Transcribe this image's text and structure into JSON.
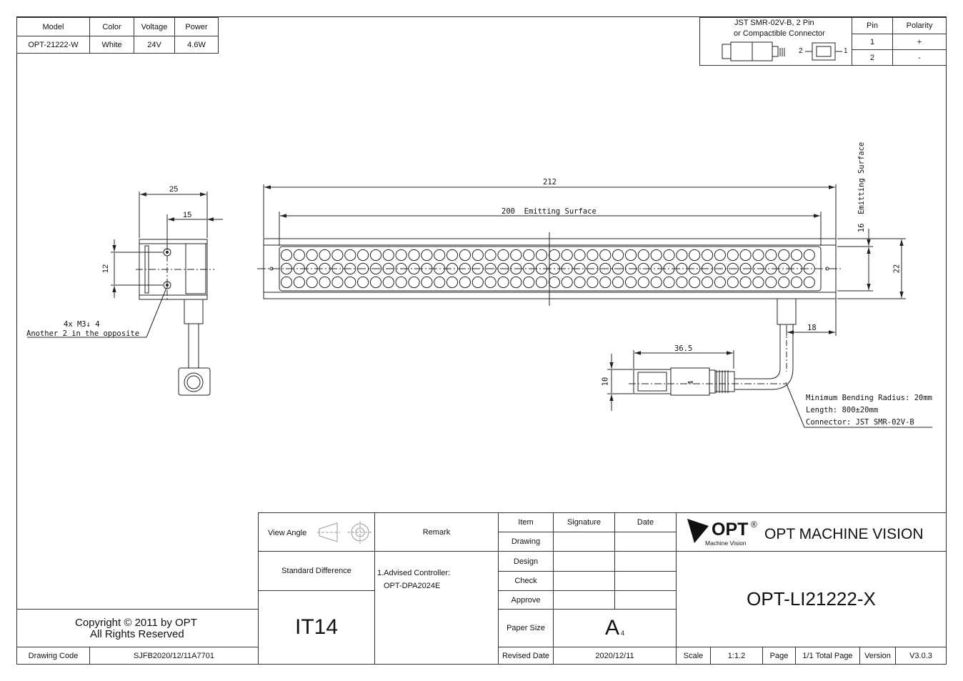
{
  "spec_table": {
    "headers": [
      "Model",
      "Color",
      "Voltage",
      "Power"
    ],
    "row": [
      "OPT-21222-W",
      "White",
      "24V",
      "4.6W"
    ]
  },
  "connector_table": {
    "title_line1": "JST SMR-02V-B, 2 Pin",
    "title_line2": "or Compactible Connector",
    "pin_label_2": "2",
    "pin_label_1": "1",
    "headers": [
      "Pin",
      "Polarity"
    ],
    "rows": [
      [
        "1",
        "+"
      ],
      [
        "2",
        "-"
      ]
    ]
  },
  "dimensions": {
    "side_width": "25",
    "side_hole_offset": "15",
    "side_hole_spacing": "12",
    "total_length": "212",
    "emitting_length": "200",
    "emitting_length_label": "Emitting Surface",
    "emitting_height": "16",
    "emitting_height_label": "Emitting Surface",
    "total_height": "22",
    "cable_offset": "18",
    "connector_length": "36.5",
    "connector_height": "10",
    "connector_marking": "1"
  },
  "notes": {
    "screw_line1": "4x M3↓ 4",
    "screw_line2": "Another 2 in the opposite",
    "cable_line1": "Minimum Bending Radius: 20mm",
    "cable_line2": "Length: 800±20mm",
    "cable_line3": "Connector: JST SMR-02V-B"
  },
  "title_block": {
    "copyright_line1": "Copyright © 2011 by OPT",
    "copyright_line2": "All Rights Reserved",
    "drawing_code_label": "Drawing Code",
    "drawing_code": "SJFB2020/12/11A7701",
    "view_angle_label": "View Angle",
    "remark_label": "Remark",
    "standard_difference_label": "Standard Difference",
    "tolerance": "IT14",
    "remark_line1": "1.Advised Controller:",
    "remark_line2": "OPT-DPA2024E",
    "item_label": "Item",
    "signature_label": "Signature",
    "date_label": "Date",
    "drawing_label": "Drawing",
    "design_label": "Design",
    "check_label": "Check",
    "approve_label": "Approve",
    "paper_size_label": "Paper Size",
    "paper_size_letter": "A",
    "paper_size_number": "4",
    "revised_date_label": "Revised Date",
    "revised_date": "2020/12/11",
    "logo_text": "OPT",
    "logo_registered": "®",
    "logo_subtext": "Machine Vision",
    "company_name": "OPT MACHINE VISION",
    "part_number": "OPT-LI21222-X",
    "scale_label": "Scale",
    "scale": "1:1.2",
    "page_label": "Page",
    "page_value": "1/1 Total Page",
    "version_label": "Version",
    "version": "V3.0.3"
  },
  "colors": {
    "line": "#222222",
    "logo": "#111111"
  }
}
